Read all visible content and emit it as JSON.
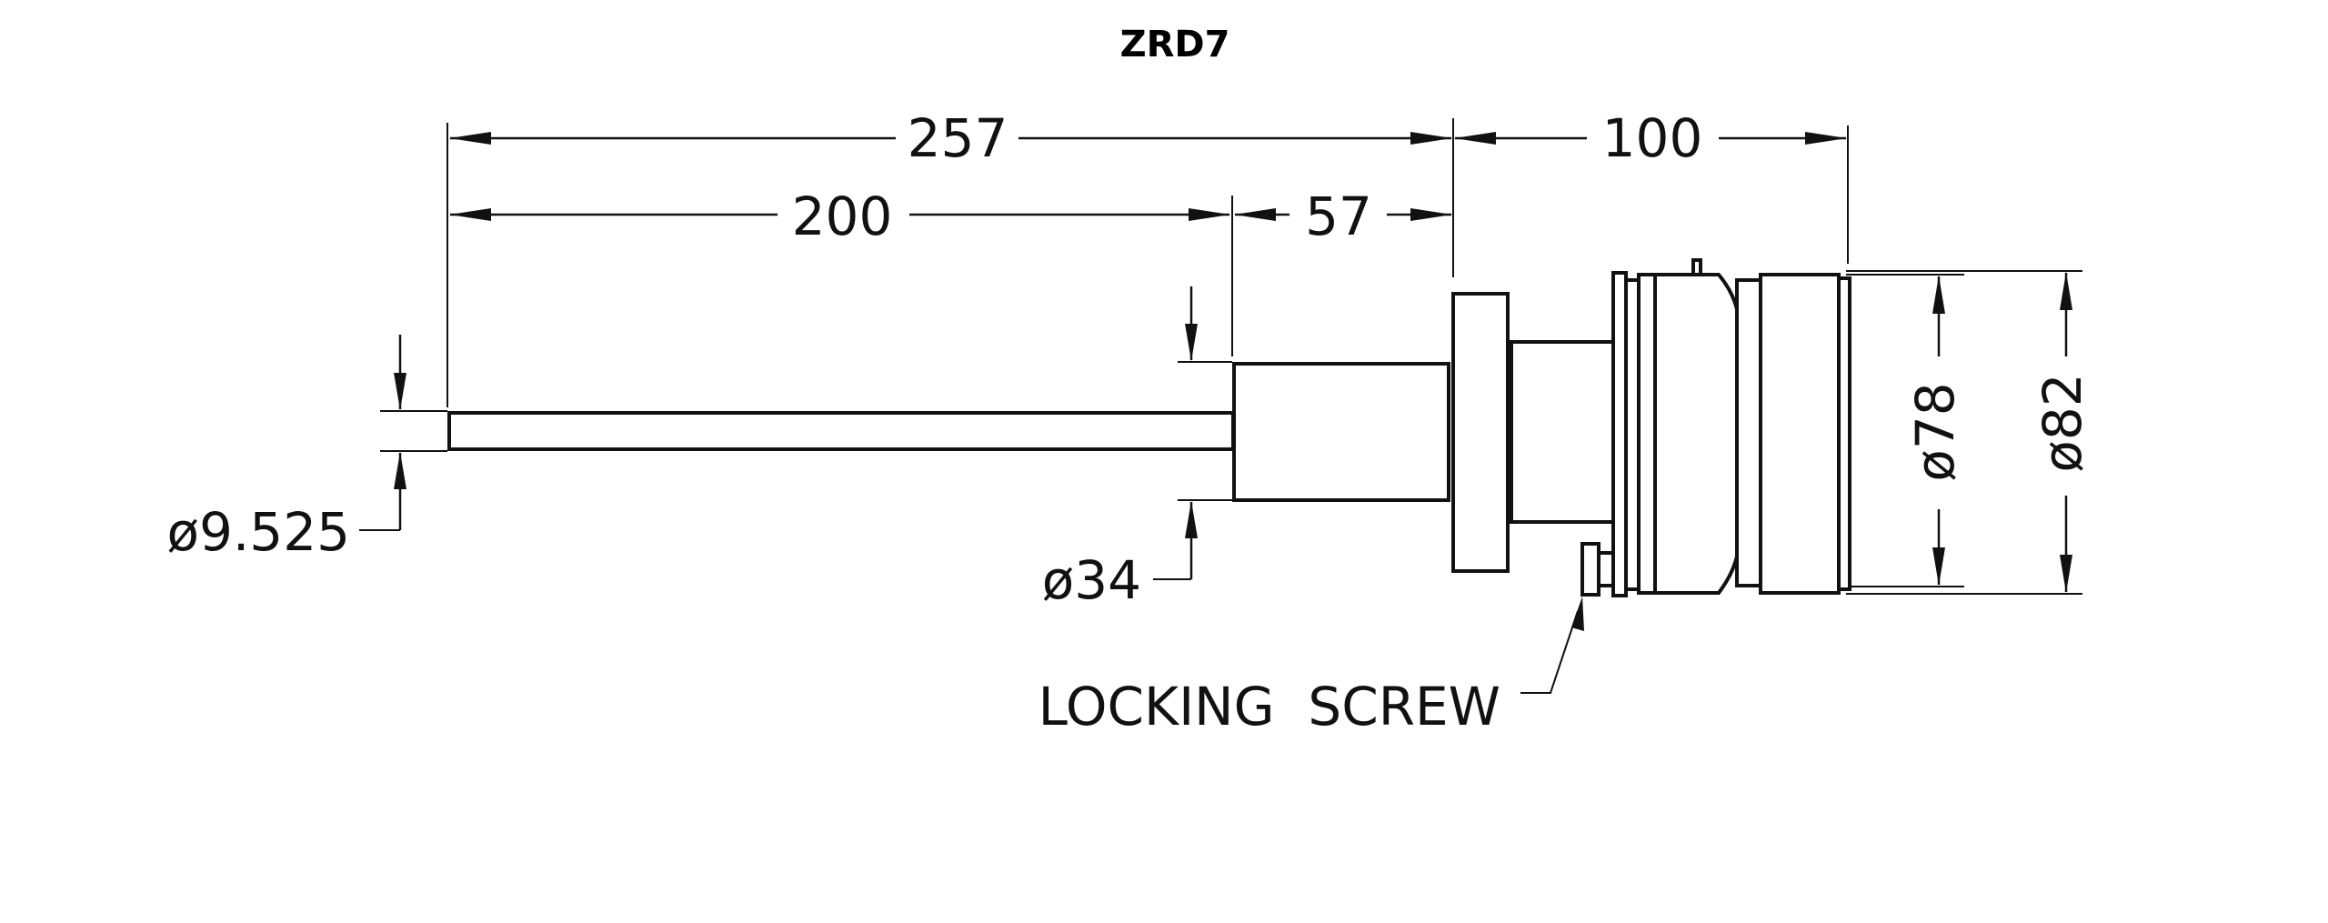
{
  "title": "ZRD7",
  "dimensions": {
    "overall_length": "257",
    "head_length": "100",
    "probe_length": "200",
    "body_length": "57",
    "probe_diameter": "ø9.525",
    "body_diameter": "ø34",
    "inner_head_diameter": "ø78",
    "outer_head_diameter": "ø82"
  },
  "callouts": {
    "locking_screw": "LOCKING  SCREW"
  }
}
